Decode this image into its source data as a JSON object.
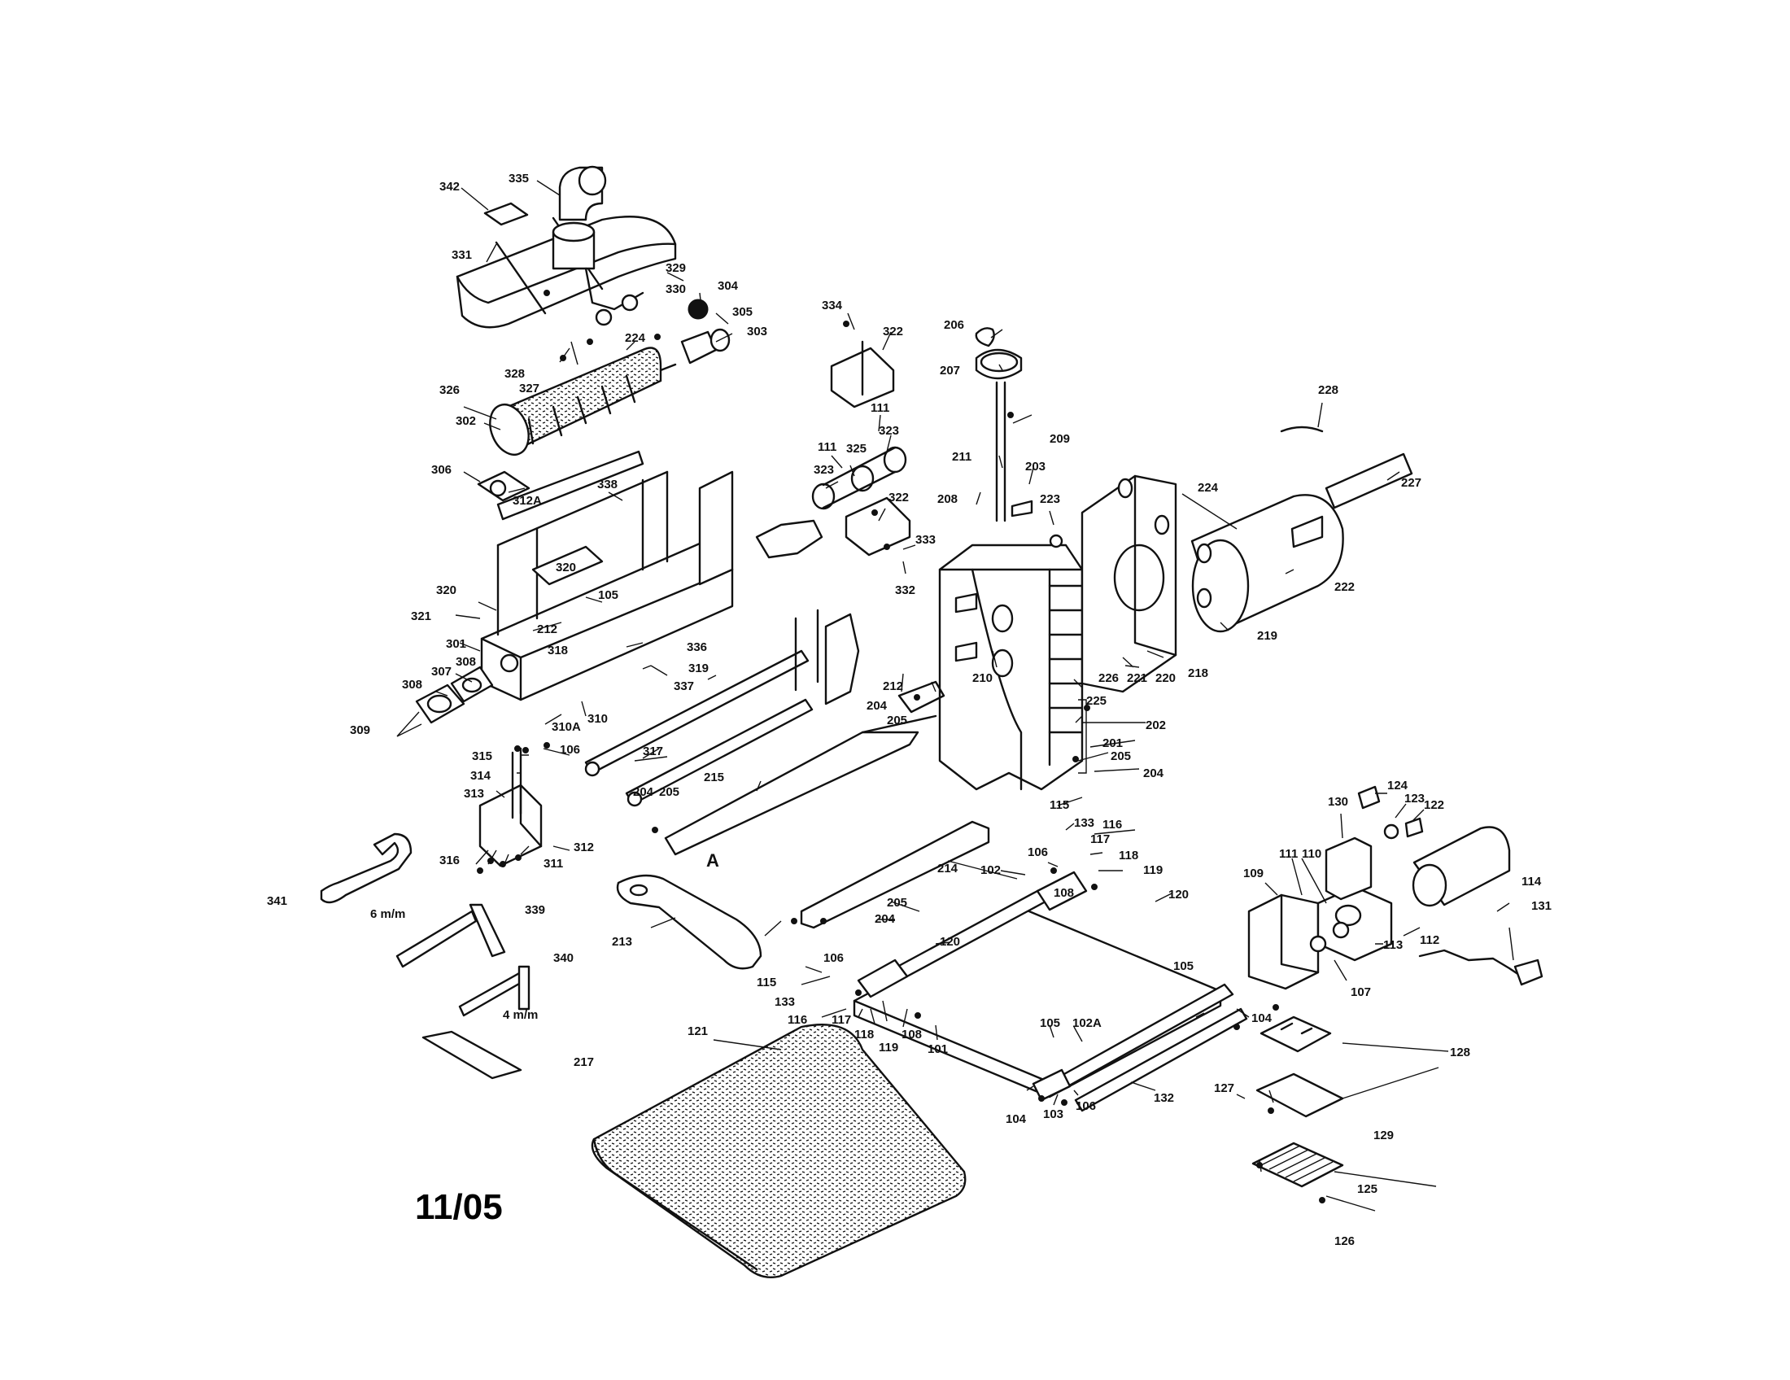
{
  "date_code": "11/05",
  "tool_labels": {
    "wrench_339": "6 m/m",
    "wrench_340": "4 m/m",
    "point_a": "A"
  },
  "callouts": [
    {
      "id": "c342",
      "text": "342"
    },
    {
      "id": "c335",
      "text": "335"
    },
    {
      "id": "c331",
      "text": "331"
    },
    {
      "id": "c329",
      "text": "329"
    },
    {
      "id": "c330",
      "text": "330"
    },
    {
      "id": "c304",
      "text": "304"
    },
    {
      "id": "c305",
      "text": "305"
    },
    {
      "id": "c303",
      "text": "303"
    },
    {
      "id": "c224a",
      "text": "224"
    },
    {
      "id": "c328",
      "text": "328"
    },
    {
      "id": "c327",
      "text": "327"
    },
    {
      "id": "c326",
      "text": "326"
    },
    {
      "id": "c302",
      "text": "302"
    },
    {
      "id": "c306",
      "text": "306"
    },
    {
      "id": "c312a",
      "text": "312A"
    },
    {
      "id": "c338",
      "text": "338"
    },
    {
      "id": "c320a",
      "text": "320"
    },
    {
      "id": "c320b",
      "text": "320"
    },
    {
      "id": "c321",
      "text": "321"
    },
    {
      "id": "c105a",
      "text": "105"
    },
    {
      "id": "c212a",
      "text": "212"
    },
    {
      "id": "c318",
      "text": "318"
    },
    {
      "id": "c301",
      "text": "301"
    },
    {
      "id": "c307",
      "text": "307"
    },
    {
      "id": "c308a",
      "text": "308"
    },
    {
      "id": "c308b",
      "text": "308"
    },
    {
      "id": "c309",
      "text": "309"
    },
    {
      "id": "c310a",
      "text": "310A"
    },
    {
      "id": "c310",
      "text": "310"
    },
    {
      "id": "c336",
      "text": "336"
    },
    {
      "id": "c319",
      "text": "319"
    },
    {
      "id": "c337",
      "text": "337"
    },
    {
      "id": "c317",
      "text": "317"
    },
    {
      "id": "c315",
      "text": "315"
    },
    {
      "id": "c314",
      "text": "314"
    },
    {
      "id": "c313",
      "text": "313"
    },
    {
      "id": "c106a",
      "text": "106"
    },
    {
      "id": "c316",
      "text": "316"
    },
    {
      "id": "c311",
      "text": "311"
    },
    {
      "id": "c312",
      "text": "312"
    },
    {
      "id": "c334",
      "text": "334"
    },
    {
      "id": "c322a",
      "text": "322"
    },
    {
      "id": "c111a",
      "text": "111"
    },
    {
      "id": "c323a",
      "text": "323"
    },
    {
      "id": "c111b",
      "text": "111"
    },
    {
      "id": "c325",
      "text": "325"
    },
    {
      "id": "c323b",
      "text": "323"
    },
    {
      "id": "c322b",
      "text": "322"
    },
    {
      "id": "c333a",
      "text": "333"
    },
    {
      "id": "c332",
      "text": "332"
    },
    {
      "id": "c206",
      "text": "206"
    },
    {
      "id": "c207",
      "text": "207"
    },
    {
      "id": "c209",
      "text": "209"
    },
    {
      "id": "c211",
      "text": "211"
    },
    {
      "id": "c203",
      "text": "203"
    },
    {
      "id": "c208",
      "text": "208"
    },
    {
      "id": "c223",
      "text": "223"
    },
    {
      "id": "c224b",
      "text": "224"
    },
    {
      "id": "c228",
      "text": "228"
    },
    {
      "id": "c227",
      "text": "227"
    },
    {
      "id": "c222",
      "text": "222"
    },
    {
      "id": "c219",
      "text": "219"
    },
    {
      "id": "c218",
      "text": "218"
    },
    {
      "id": "c220",
      "text": "220"
    },
    {
      "id": "c221",
      "text": "221"
    },
    {
      "id": "c226",
      "text": "226"
    },
    {
      "id": "c225",
      "text": "225"
    },
    {
      "id": "c210",
      "text": "210"
    },
    {
      "id": "c212b",
      "text": "212"
    },
    {
      "id": "c204a",
      "text": "204"
    },
    {
      "id": "c205a",
      "text": "205"
    },
    {
      "id": "c202",
      "text": "202"
    },
    {
      "id": "c201",
      "text": "201"
    },
    {
      "id": "c205b",
      "text": "205"
    },
    {
      "id": "c204b",
      "text": "204"
    },
    {
      "id": "c215",
      "text": "215"
    },
    {
      "id": "c204c",
      "text": "204"
    },
    {
      "id": "c205c",
      "text": "205"
    },
    {
      "id": "c115a",
      "text": "115"
    },
    {
      "id": "c133a",
      "text": "133"
    },
    {
      "id": "c116a",
      "text": "116"
    },
    {
      "id": "c117a",
      "text": "117"
    },
    {
      "id": "c118a",
      "text": "118"
    },
    {
      "id": "c119a",
      "text": "119"
    },
    {
      "id": "c106b",
      "text": "106"
    },
    {
      "id": "c102",
      "text": "102"
    },
    {
      "id": "c108a",
      "text": "108"
    },
    {
      "id": "c120a",
      "text": "120"
    },
    {
      "id": "c214",
      "text": "214"
    },
    {
      "id": "c205d",
      "text": "205"
    },
    {
      "id": "c204d",
      "text": "204"
    },
    {
      "id": "c213",
      "text": "213"
    },
    {
      "id": "c341",
      "text": "341"
    },
    {
      "id": "c339",
      "text": "339"
    },
    {
      "id": "c340",
      "text": "340"
    },
    {
      "id": "c217",
      "text": "217"
    },
    {
      "id": "c106c",
      "text": "106"
    },
    {
      "id": "c120b",
      "text": "120"
    },
    {
      "id": "c115b",
      "text": "115"
    },
    {
      "id": "c133b",
      "text": "133"
    },
    {
      "id": "c116b",
      "text": "116"
    },
    {
      "id": "c117b",
      "text": "117"
    },
    {
      "id": "c118b",
      "text": "118"
    },
    {
      "id": "c119b",
      "text": "119"
    },
    {
      "id": "c108b",
      "text": "108"
    },
    {
      "id": "c101",
      "text": "101"
    },
    {
      "id": "c121",
      "text": "121"
    },
    {
      "id": "c105b",
      "text": "105"
    },
    {
      "id": "c105c",
      "text": "105"
    },
    {
      "id": "c102a",
      "text": "102A"
    },
    {
      "id": "c132",
      "text": "132"
    },
    {
      "id": "c104a",
      "text": "104"
    },
    {
      "id": "c103",
      "text": "103"
    },
    {
      "id": "c106d",
      "text": "106"
    },
    {
      "id": "c104b",
      "text": "104"
    },
    {
      "id": "c127",
      "text": "127"
    },
    {
      "id": "c109",
      "text": "109"
    },
    {
      "id": "c111c",
      "text": "111"
    },
    {
      "id": "c110",
      "text": "110"
    },
    {
      "id": "c130",
      "text": "130"
    },
    {
      "id": "c124",
      "text": "124"
    },
    {
      "id": "c123",
      "text": "123"
    },
    {
      "id": "c122",
      "text": "122"
    },
    {
      "id": "c114",
      "text": "114"
    },
    {
      "id": "c113",
      "text": "113"
    },
    {
      "id": "c112",
      "text": "112"
    },
    {
      "id": "c131",
      "text": "131"
    },
    {
      "id": "c107",
      "text": "107"
    },
    {
      "id": "c128",
      "text": "128"
    },
    {
      "id": "c129",
      "text": "129"
    },
    {
      "id": "c125",
      "text": "125"
    },
    {
      "id": "c126",
      "text": "126"
    }
  ]
}
